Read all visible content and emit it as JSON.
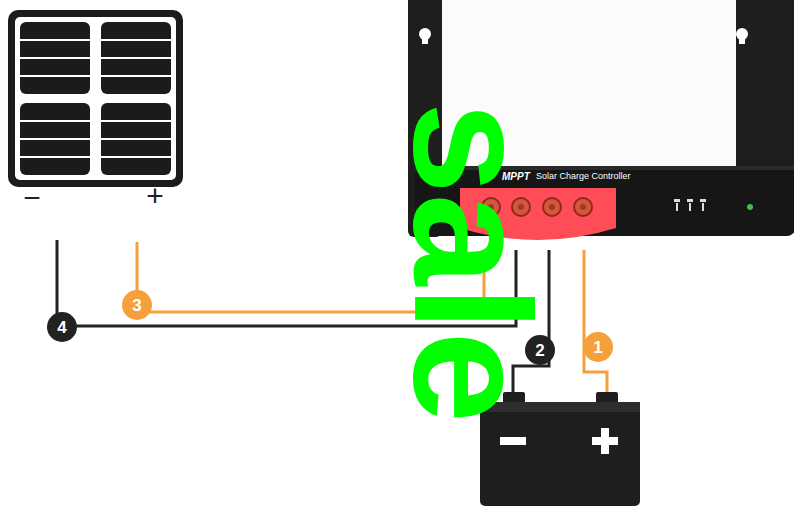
{
  "diagram": {
    "nodes": [
      {
        "text": [
          "MPPT",
          "Solar Charge Controller"
        ]
      }
    ],
    "labels": [
      "−",
      "+",
      "3",
      "4",
      "2",
      "1",
      "sale"
    ]
  }
}
